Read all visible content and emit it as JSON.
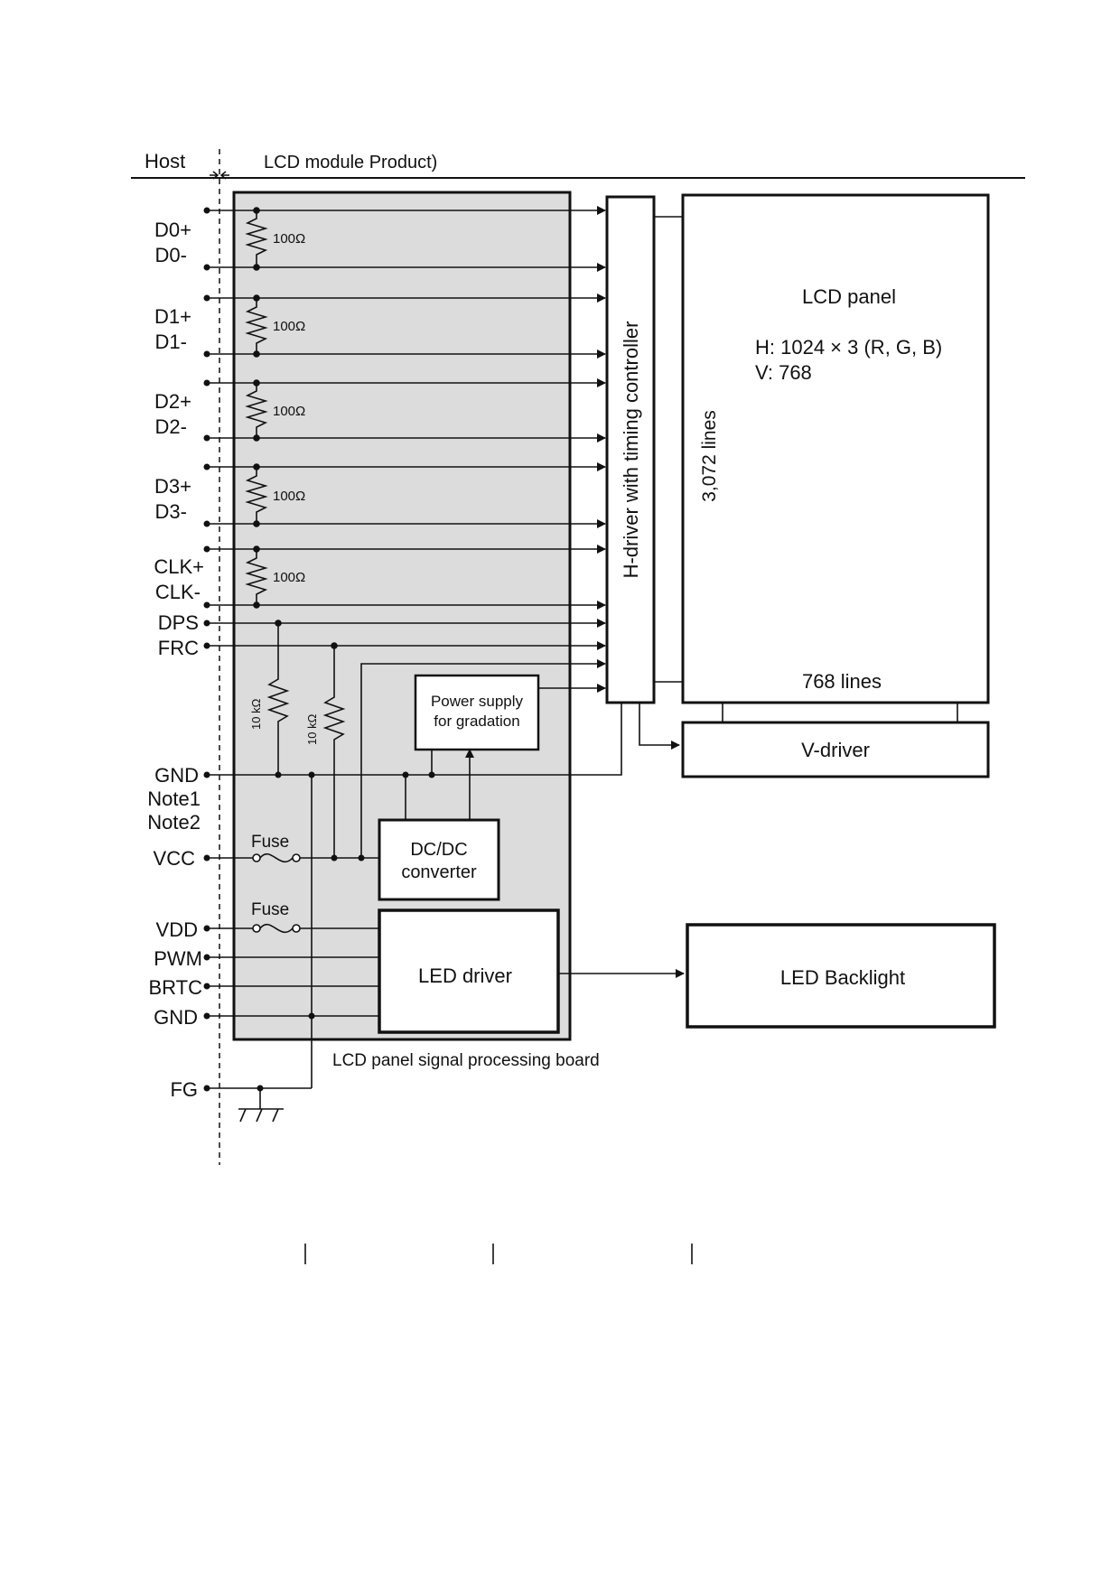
{
  "header": {
    "host_label": "Host",
    "module_label": "LCD module Product)"
  },
  "pins": {
    "d0p": "D0+",
    "d0n": "D0-",
    "d1p": "D1+",
    "d1n": "D1-",
    "d2p": "D2+",
    "d2n": "D2-",
    "d3p": "D3+",
    "d3n": "D3-",
    "clkp": "CLK+",
    "clkn": "CLK-",
    "dps": "DPS",
    "frc": "FRC",
    "gnd1": "GND",
    "note1": "Note1",
    "note2": "Note2",
    "vcc": "VCC",
    "vdd": "VDD",
    "pwm": "PWM",
    "brtc": "BRTC",
    "gnd2": "GND",
    "fg": "FG"
  },
  "resistors": {
    "r100": "100Ω",
    "r10k": "10 kΩ"
  },
  "blocks": {
    "hdriver": "H-driver with timing controller",
    "lcd_panel_title": "LCD panel",
    "lcd_h": "H: 1024 × 3 (R, G, B)",
    "lcd_v": "V: 768",
    "lines_3072": "3,072 lines",
    "lines_768": "768 lines",
    "vdriver": "V-driver",
    "power_supply_l1": "Power supply",
    "power_supply_l2": "for gradation",
    "dcdc_l1": "DC/DC",
    "dcdc_l2": "converter",
    "fuse": "Fuse",
    "led_driver": "LED driver",
    "led_backlight": "LED Backlight",
    "board": "LCD panel signal processing board"
  }
}
